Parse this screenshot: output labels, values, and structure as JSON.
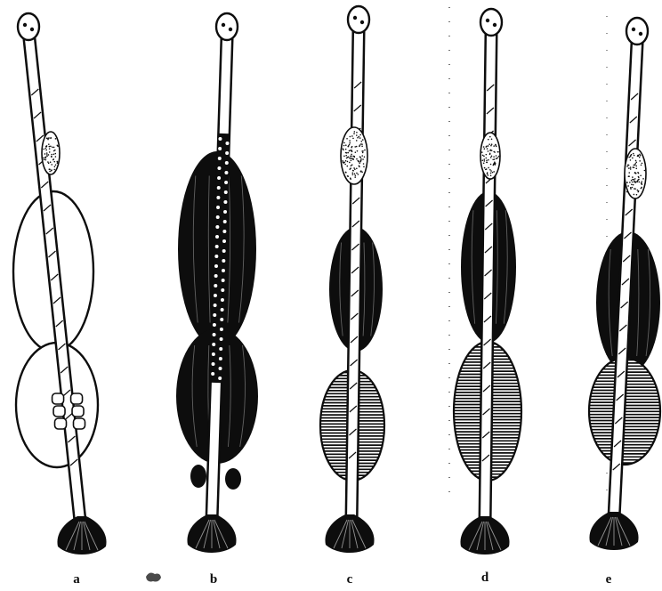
{
  "colors": {
    "ink": "#0d0d0d",
    "paper": "#ffffff"
  },
  "figures": [
    {
      "label": "a"
    },
    {
      "label": "b"
    },
    {
      "label": "c"
    },
    {
      "label": "d"
    },
    {
      "label": "e"
    }
  ]
}
